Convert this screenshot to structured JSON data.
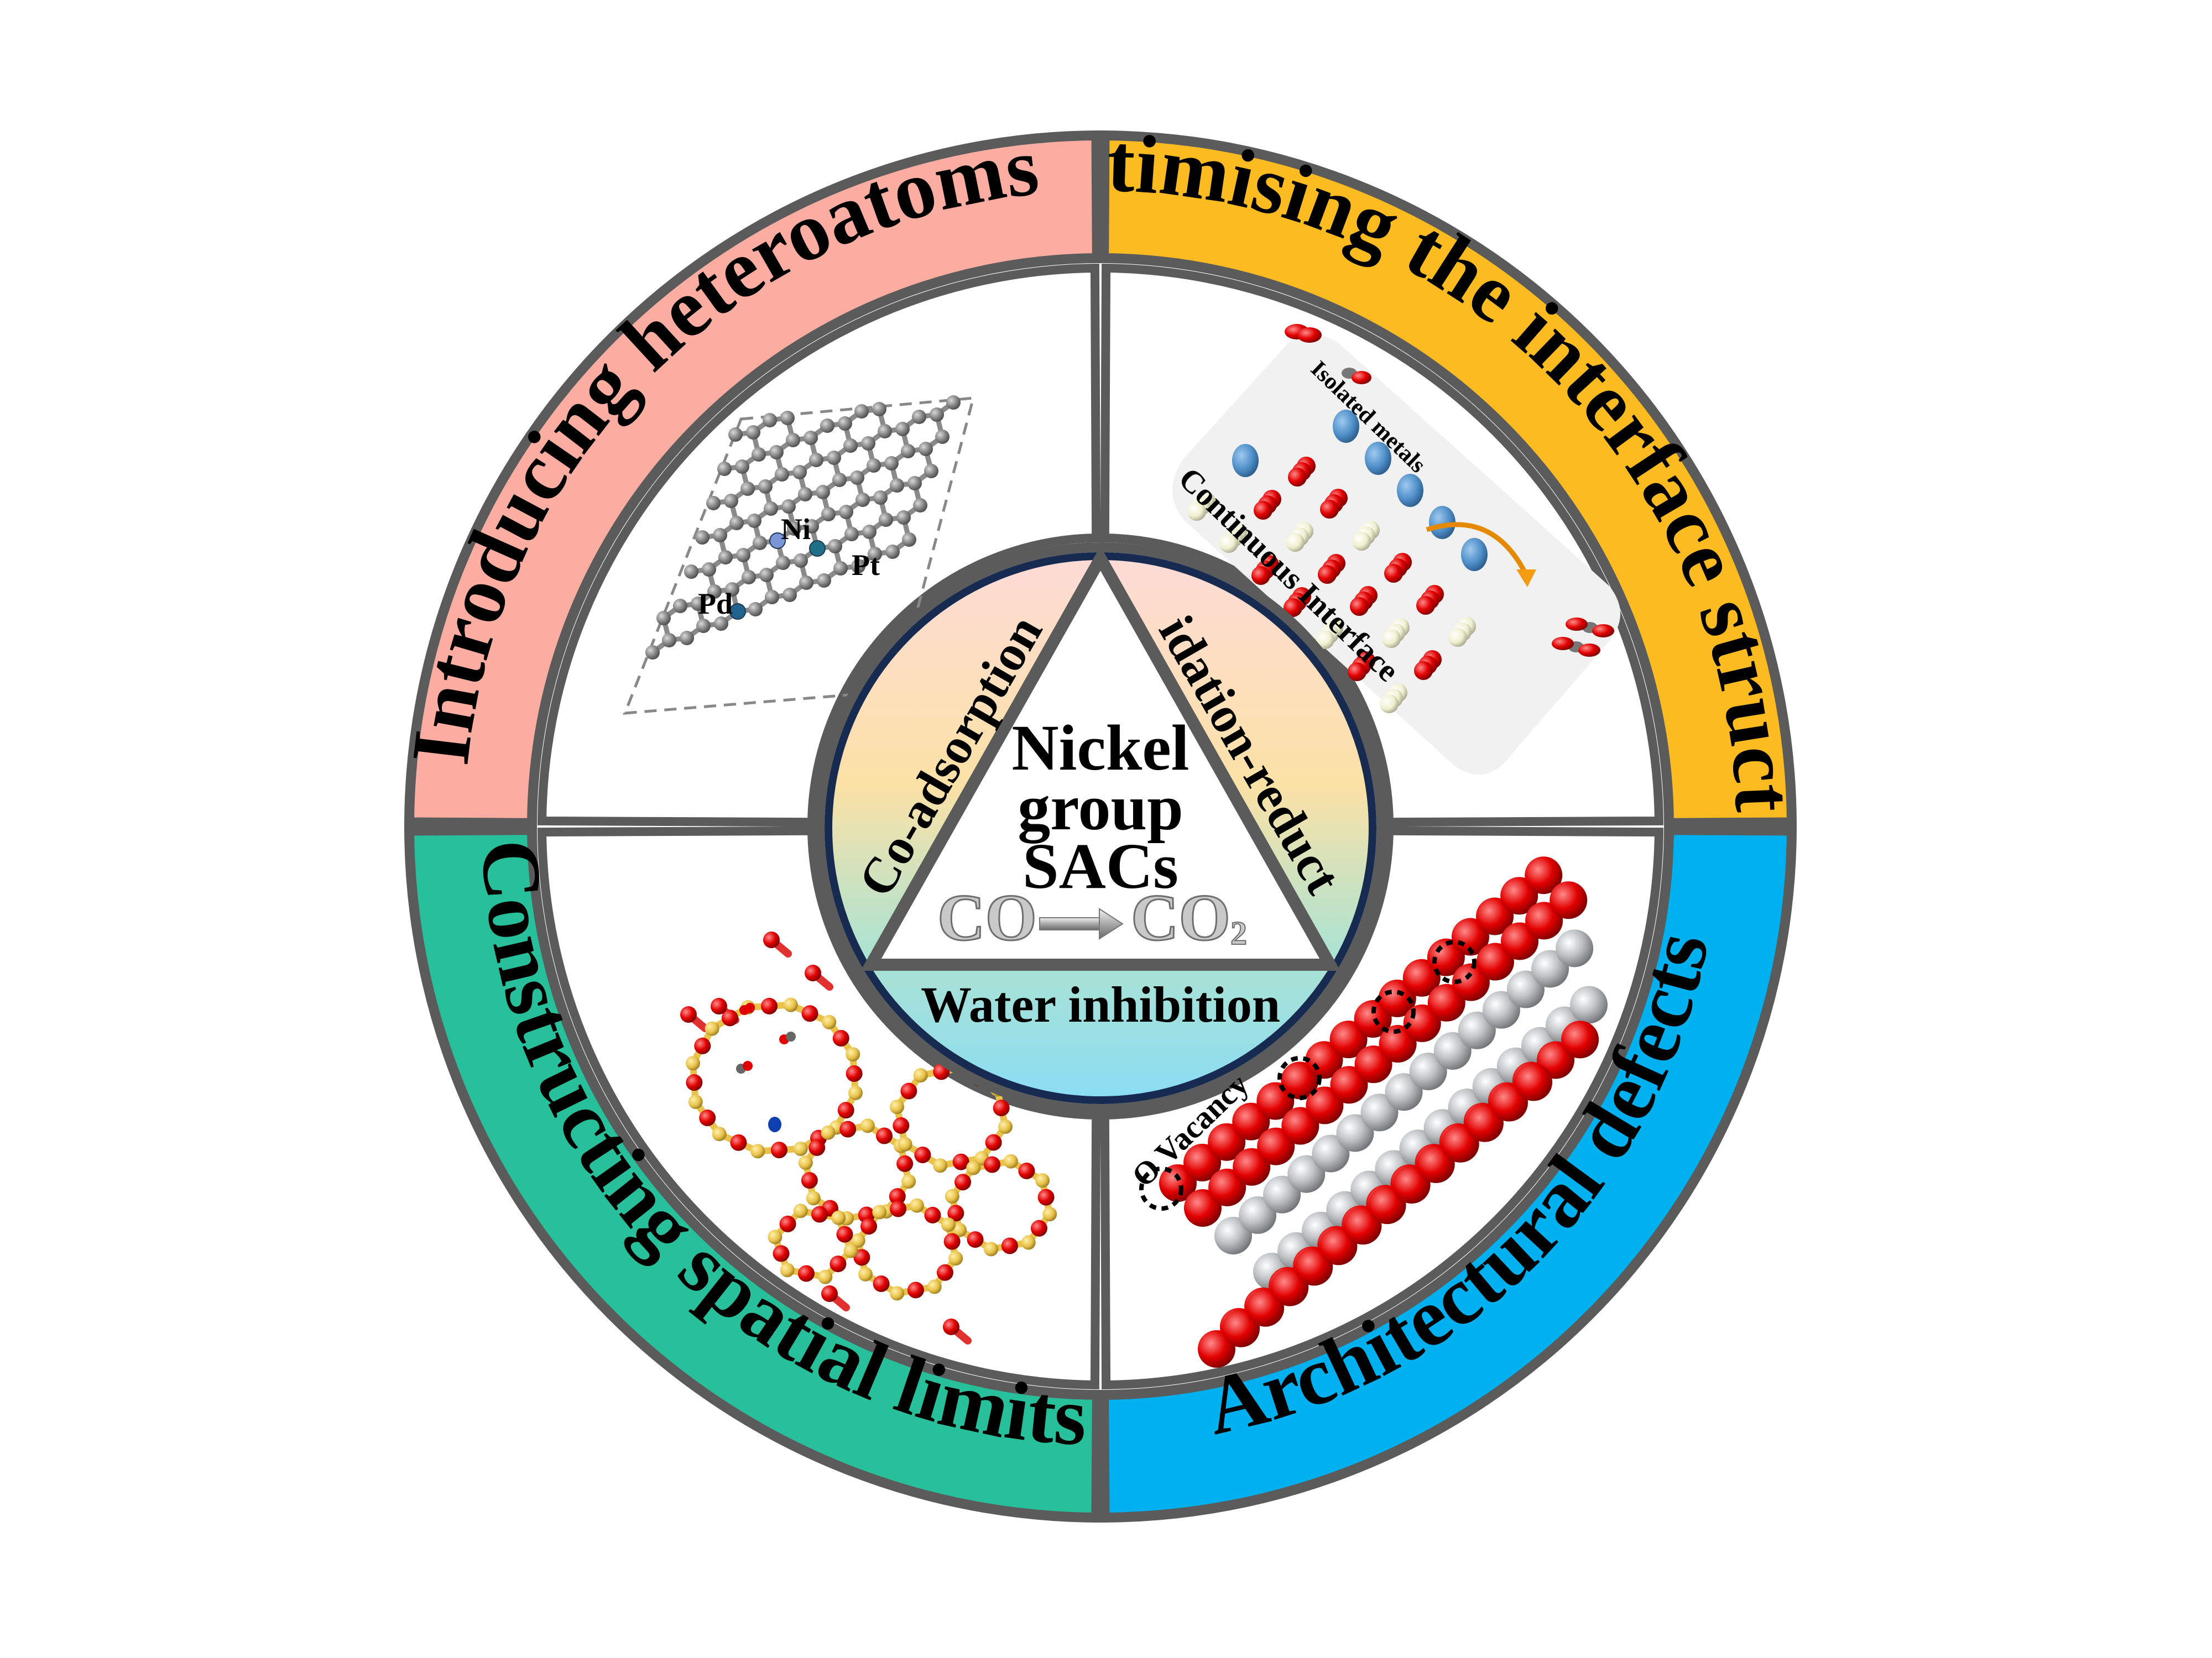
{
  "figure": {
    "central_title_lines": [
      "Nickel",
      "group",
      "SACs"
    ],
    "reaction": {
      "reactant": "CO",
      "product_base": "CO",
      "product_subscript": "2",
      "arrow": "right-arrow"
    },
    "triangle_sides": {
      "left": "Co-adsorption",
      "right": "Oxidation-reduction",
      "bottom": "Water inhibition"
    },
    "quadrants": [
      {
        "id": "top-left",
        "title": "Introducing heteroatoms",
        "color": "#FBADA1",
        "illustration": "graphene-lattice",
        "labels": [
          "Ni",
          "Pt",
          "Pd"
        ]
      },
      {
        "id": "top-right",
        "title": "Optimising the interface structure",
        "color": "#FDBB22",
        "illustration": "metal-oxide-interface",
        "labels": [
          "Isolated metals",
          "Continuous Interface"
        ]
      },
      {
        "id": "bottom-left",
        "title": "Constructing spatial limits",
        "color": "#28BF9B",
        "illustration": "zeolite-framework",
        "labels": []
      },
      {
        "id": "bottom-right",
        "title": "Architectural defects",
        "color": "#00B0EF",
        "illustration": "oxide-slab-vacancy",
        "labels": [
          "O Vacancy"
        ]
      }
    ],
    "colors": {
      "ring_border": "#5B5B5B",
      "center_ring": "#172B51",
      "center_gradient_top": "#FEDCD8",
      "center_gradient_mid": "#FCE1A6",
      "center_gradient_bottom": "#8ADCF4",
      "atom_carbon": "#808080",
      "atom_oxygen": "#E00000",
      "atom_metal_blue": "#4F8FC9",
      "atom_silicon": "#E8C24A",
      "atom_light": "#F1F1D6",
      "arrow_orange": "#F39C12"
    }
  }
}
